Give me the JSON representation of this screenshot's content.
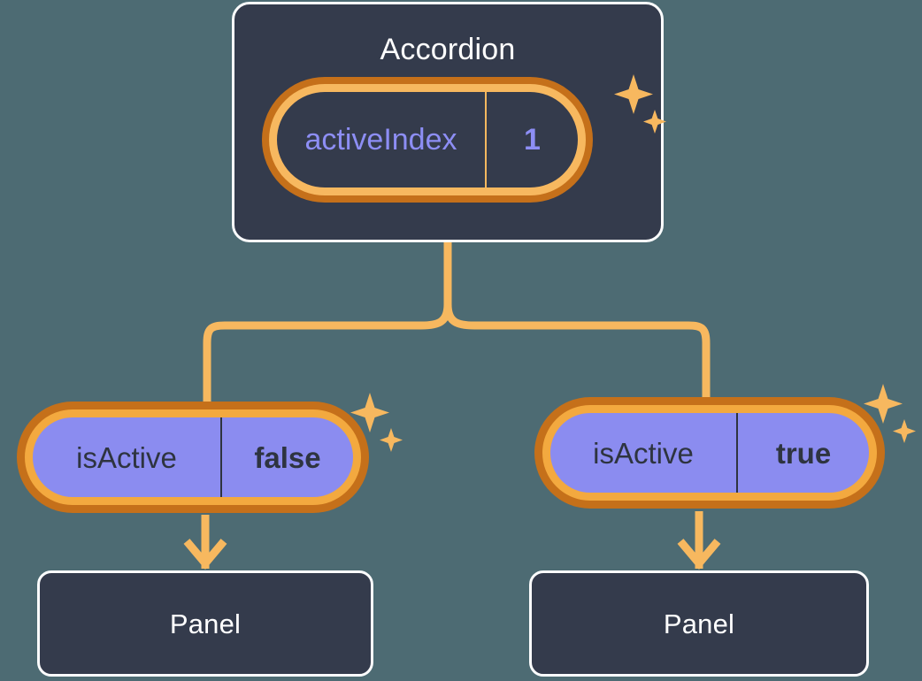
{
  "background_color": "#4d6b73",
  "accent_colors": {
    "amber_light": "#f7b85f",
    "amber_dark": "#c5701a",
    "purple_fill": "#8b8cf0",
    "purple_text": "#8d8ef5",
    "card_bg": "#343b4c",
    "card_border": "#ffffff",
    "dark_text": "#2e3440"
  },
  "diagram": {
    "root": {
      "title": "Accordion",
      "state": {
        "key": "activeIndex",
        "value": "1"
      },
      "sparkle_icon": "sparkles-icon"
    },
    "children": [
      {
        "state": {
          "key": "isActive",
          "value": "false"
        },
        "panel_title": "Panel",
        "sparkle_icon": "sparkles-icon"
      },
      {
        "state": {
          "key": "isActive",
          "value": "true"
        },
        "panel_title": "Panel",
        "sparkle_icon": "sparkles-icon"
      }
    ]
  }
}
